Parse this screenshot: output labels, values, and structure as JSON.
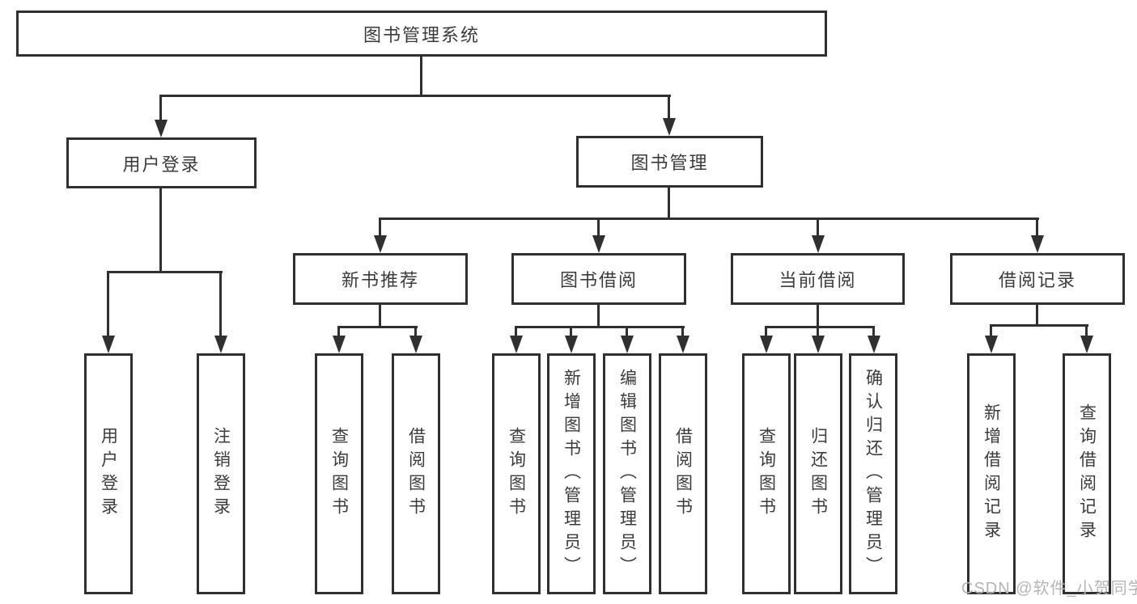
{
  "title": "图书管理系统",
  "colors": {
    "line": "#303030",
    "text": "#3b3b3b",
    "background": "#ffffff",
    "watermark": "#b5b5b5"
  },
  "tree": {
    "root": {
      "label": "图书管理系统"
    },
    "branches": [
      {
        "label": "用户登录",
        "children": [
          {
            "label": "用户登录"
          },
          {
            "label": "注销登录"
          }
        ]
      },
      {
        "label": "图书管理",
        "children": [
          {
            "label": "新书推荐",
            "children": [
              {
                "label": "查询图书"
              },
              {
                "label": "借阅图书"
              }
            ]
          },
          {
            "label": "图书借阅",
            "children": [
              {
                "label": "查询图书"
              },
              {
                "label": "新增图书（管理员）"
              },
              {
                "label": "编辑图书（管理员）"
              },
              {
                "label": "借阅图书"
              }
            ]
          },
          {
            "label": "当前借阅",
            "children": [
              {
                "label": "查询图书"
              },
              {
                "label": "归还图书"
              },
              {
                "label": "确认归还（管理员）"
              }
            ]
          },
          {
            "label": "借阅记录",
            "children": [
              {
                "label": "新增借阅记录"
              },
              {
                "label": "查询借阅记录"
              }
            ]
          }
        ]
      }
    ]
  },
  "watermark": {
    "text": "CSDN @软件_小贺同学"
  }
}
